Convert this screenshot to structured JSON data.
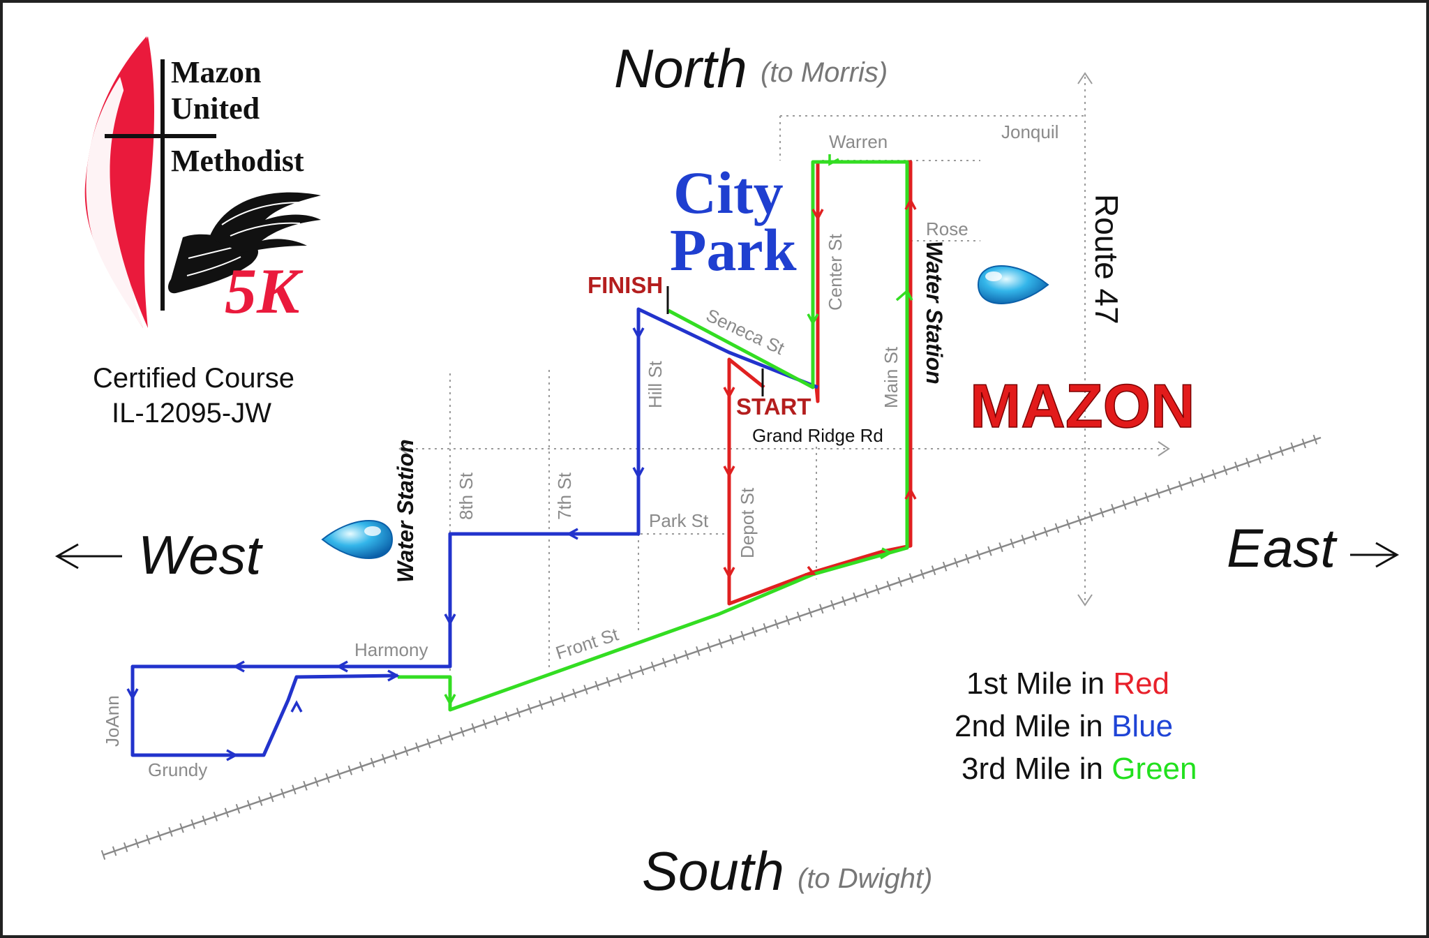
{
  "logo": {
    "line1": "Mazon",
    "line2": "United",
    "line3": "Methodist",
    "race": "5K"
  },
  "certification": {
    "line1": "Certified Course",
    "line2": "IL-12095-JW"
  },
  "directions": {
    "north": "North",
    "north_sub": "(to Morris)",
    "south": "South",
    "south_sub": "(to Dwight)",
    "west": "West",
    "east": "East"
  },
  "landmarks": {
    "park_line1": "City",
    "park_line2": "Park",
    "town": "MAZON",
    "highway": "Route 47",
    "finish": "FINISH",
    "start": "START",
    "water_station_1": "Water Station",
    "water_station_2": "Water Station"
  },
  "streets": {
    "warren": "Warren",
    "jonquil": "Jonquil",
    "rose": "Rose",
    "center": "Center St",
    "main": "Main St",
    "seneca": "Seneca St",
    "hill": "Hill St",
    "grand_ridge": "Grand Ridge Rd",
    "eighth": "8th St",
    "seventh": "7th St",
    "park": "Park St",
    "depot": "Depot St",
    "front": "Front St",
    "harmony": "Harmony",
    "joann": "JoAnn",
    "grundy": "Grundy"
  },
  "legend": [
    {
      "prefix": "1st Mile in ",
      "color_name": "Red",
      "color": "#e8212b"
    },
    {
      "prefix": "2nd Mile in ",
      "color_name": "Blue",
      "color": "#1f44d6"
    },
    {
      "prefix": "3rd Mile in ",
      "color_name": "Green",
      "color": "#22e01e"
    }
  ],
  "colors": {
    "mile1": "#e02020",
    "mile2": "#2233cc",
    "mile3": "#33dd22",
    "logo_red": "#ea1a3c",
    "park_blue": "#1f3fd0",
    "town_red": "#e21b1b",
    "start_finish_red": "#b41e1e"
  },
  "icons": [
    "water-drop-icon",
    "winged-shoe-icon",
    "cross-flame-icon",
    "railroad-track"
  ]
}
